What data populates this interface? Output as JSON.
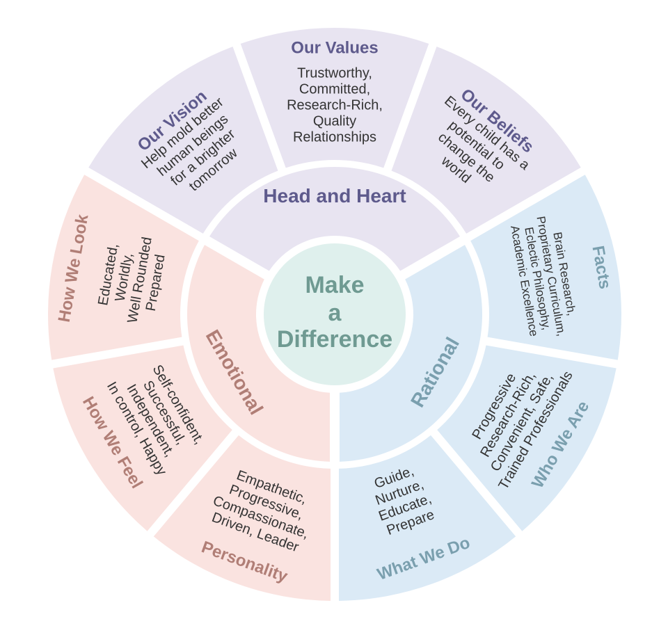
{
  "center": {
    "lines": [
      "Make",
      "a",
      "Difference"
    ],
    "color": "#6f9a92",
    "fill": "#dff0ed"
  },
  "groups": [
    {
      "key": "head",
      "label": "Head and Heart",
      "fill": "#e8e4f1",
      "title_color": "#5e5a8c",
      "text_color": "#333333",
      "segments": [
        {
          "key": "vision",
          "title": "Our Vision",
          "lines": [
            "Help mold better",
            "human beings",
            "for a brighter",
            "tomorrow"
          ]
        },
        {
          "key": "values",
          "title": "Our Values",
          "lines": [
            "Trustworthy,",
            "Committed,",
            "Research-Rich,",
            "Quality",
            "Relationships"
          ]
        },
        {
          "key": "beliefs",
          "title": "Our Beliefs",
          "lines": [
            "Every child has a",
            "potential to",
            "change the",
            "world"
          ]
        }
      ]
    },
    {
      "key": "rational",
      "label": "Rational",
      "fill": "#dbeaf6",
      "title_color": "#7a9fae",
      "text_color": "#333333",
      "segments": [
        {
          "key": "facts",
          "title": "Facts",
          "lines": [
            "Brain Research,",
            "Proprietary Curriculum,",
            "Eclectic Philosophy,",
            "Academic Excellence"
          ]
        },
        {
          "key": "who",
          "title": "Who We Are",
          "lines": [
            "Progressive",
            "Research-Rich,",
            "Convenient, Safe,",
            "Trained Professionals"
          ]
        },
        {
          "key": "what",
          "title": "What We Do",
          "lines": [
            "Guide,",
            "Nurture,",
            "Educate,",
            "Prepare"
          ]
        }
      ]
    },
    {
      "key": "emotional",
      "label": "Emotional",
      "fill": "#fae3e0",
      "title_color": "#b07e76",
      "text_color": "#333333",
      "segments": [
        {
          "key": "personality",
          "title": "Personality",
          "lines": [
            "Empathetic,",
            "Progressive,",
            "Compassionate,",
            "Driven, Leader"
          ]
        },
        {
          "key": "feel",
          "title": "How We Feel",
          "lines": [
            "Self-confident,",
            "Successful,",
            "Independent,",
            "In control, Happy"
          ]
        },
        {
          "key": "look",
          "title": "How We Look",
          "lines": [
            "Educated,",
            "Worldly,",
            "Well Rounded",
            "Prepared"
          ]
        }
      ]
    }
  ]
}
